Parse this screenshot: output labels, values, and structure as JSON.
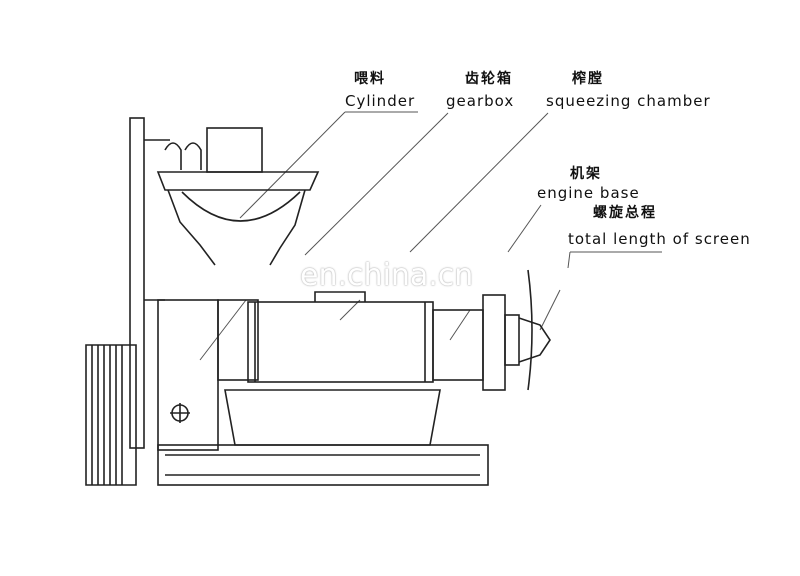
{
  "labels": {
    "cylinder": {
      "cn": "喂料",
      "en": "Cylinder"
    },
    "gearbox": {
      "cn": "齿轮箱",
      "en": "gearbox"
    },
    "chamber": {
      "cn": "榨膛",
      "en": "squeezing chamber"
    },
    "base": {
      "cn": "机架",
      "en": "engine base"
    },
    "screw": {
      "cn": "螺旋总程",
      "en": "total length of screen"
    }
  },
  "watermark": "en.china.cn",
  "colors": {
    "line": "#222222",
    "leader": "#555555"
  }
}
